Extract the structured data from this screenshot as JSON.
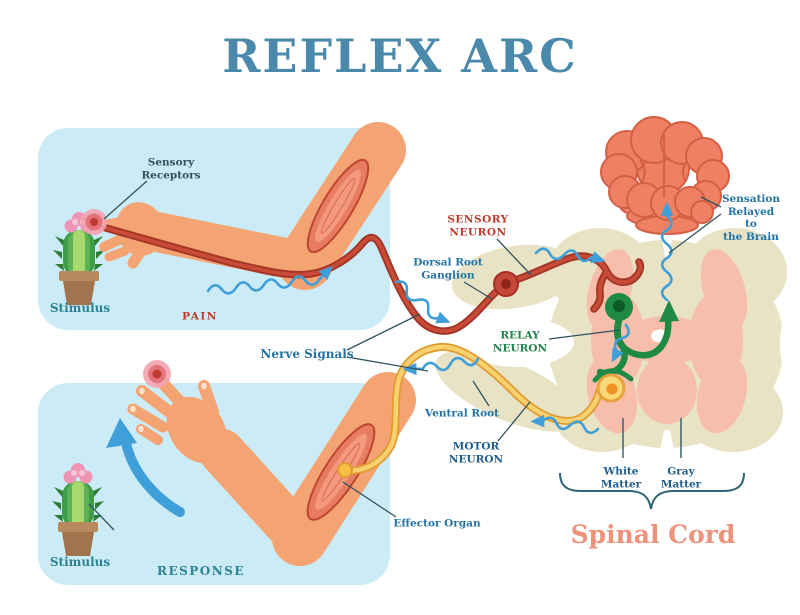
{
  "title": "REFLEX ARC",
  "scene": {
    "top_panel": {
      "receptor_label": "Sensory\nReceptors",
      "stimulus_label": "Stimulus",
      "scenario_label": "PAIN"
    },
    "bottom_panel": {
      "stimulus_label": "Stimulus",
      "scenario_label": "RESPONSE"
    },
    "pathway_labels": {
      "sensory_neuron": "SENSORY\nNEURON",
      "dorsal_root_ganglion": "Dorsal Root\nGanglion",
      "nerve_signals": "Nerve Signals",
      "relay_neuron": "RELAY\nNEURON",
      "ventral_root": "Ventral Root",
      "motor_neuron": "MOTOR\nNEURON",
      "effector_organ": "Effector Organ",
      "sensation_to_brain": "Sensation\nRelayed to\nthe Brain"
    },
    "spinal_cord": {
      "white_matter": "White\nMatter",
      "gray_matter": "Gray\nMatter",
      "caption": "Spinal Cord"
    }
  },
  "colors": {
    "title_blue": "#4a89ac",
    "panel_blue": "#cbecf6",
    "skin": "#f4a373",
    "muscle_red": "#e87c60",
    "nerve_red": "#c0392b",
    "nerve_yellow": "#f2b94e",
    "neuron_green": "#1e8a43",
    "signal_blue": "#3f9fd8",
    "white_matter_beige": "#e9e3c6",
    "gray_matter_pink": "#f8beac",
    "brain_coral": "#ee8064",
    "spinal_caption_coral": "#ef927b",
    "label_blue": "#2374a6",
    "label_teal": "#2d8294",
    "label_red": "#c0392b",
    "label_green": "#1e8449"
  }
}
